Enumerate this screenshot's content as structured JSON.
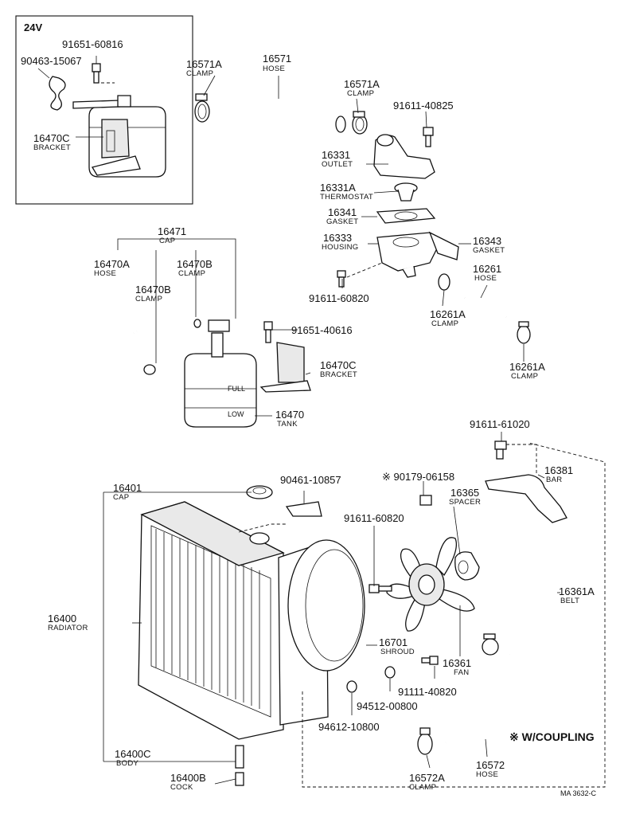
{
  "inset": {
    "voltage": "24V"
  },
  "labels": {
    "p90463_15067": "90463-15067",
    "p91651_60816": "91651-60816",
    "p16470C_inset": "16470C",
    "p16470C_inset_sub": "BRACKET",
    "p16571A_left": "16571A",
    "p16571A_left_sub": "CLAMP",
    "p16571": "16571",
    "p16571_sub": "HOSE",
    "p16571A_right": "16571A",
    "p16571A_right_sub": "CLAMP",
    "p91611_40825": "91611-40825",
    "p16331": "16331",
    "p16331_sub": "OUTLET",
    "p16331A": "16331A",
    "p16331A_sub": "THERMOSTAT",
    "p16341": "16341",
    "p16341_sub": "GASKET",
    "p16333": "16333",
    "p16333_sub": "HOUSING",
    "p16343": "16343",
    "p16343_sub": "GASKET",
    "p16261": "16261",
    "p16261_sub": "HOSE",
    "p91611_60820_top": "91611-60820",
    "p16261A_mid": "16261A",
    "p16261A_mid_sub": "CLAMP",
    "p16261A_low": "16261A",
    "p16261A_low_sub": "CLAMP",
    "p16471": "16471",
    "p16471_sub": "CAP",
    "p16470A": "16470A",
    "p16470A_sub": "HOSE",
    "p16470B_right": "16470B",
    "p16470B_right_sub": "CLAMP",
    "p16470B_left": "16470B",
    "p16470B_left_sub": "CLAMP",
    "p91651_40616": "91651-40616",
    "p16470C": "16470C",
    "p16470C_sub": "BRACKET",
    "p16470": "16470",
    "p16470_sub": "TANK",
    "tank_full": "FULL",
    "tank_low": "LOW",
    "p91611_61020": "91611-61020",
    "p16381": "16381",
    "p16381_sub": "BAR",
    "p16401": "16401",
    "p16401_sub": "CAP",
    "p90461_10857": "90461-10857",
    "p90179_06158": "※ 90179-06158",
    "p16365": "16365",
    "p16365_sub": "SPACER",
    "p91611_60820_mid": "91611-60820",
    "p16400": "16400",
    "p16400_sub": "RADIATOR",
    "p16361A": "16361A",
    "p16361A_sub": "BELT",
    "p16701": "16701",
    "p16701_sub": "SHROUD",
    "p16361": "16361",
    "p16361_sub": "FAN",
    "p91111_40820": "91111-40820",
    "p94512_00800": "94512-00800",
    "p94612_10800": "94612-10800",
    "coupling_note": "※ W/COUPLING",
    "p16400C": "16400C",
    "p16400C_sub": "BODY",
    "p16572": "16572",
    "p16572_sub": "HOSE",
    "p16572A": "16572A",
    "p16572A_sub": "CLAMP",
    "p16400B": "16400B",
    "p16400B_sub": "COCK",
    "catalog_ref": "MA  3632-C"
  }
}
